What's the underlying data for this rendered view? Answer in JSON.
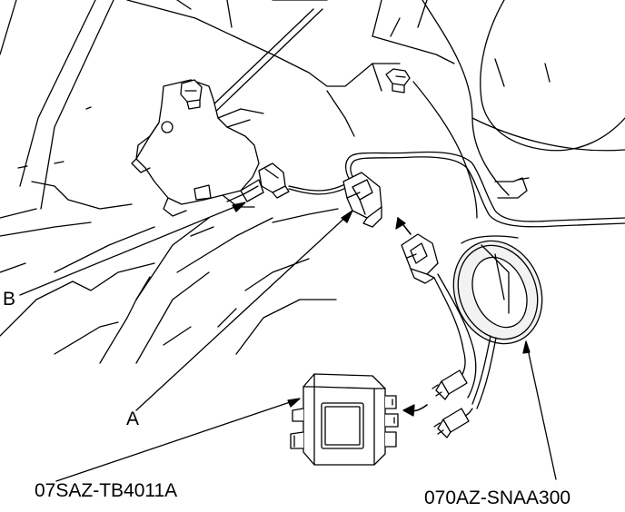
{
  "labels": {
    "b": "B",
    "a": "A",
    "part_kit": "07SAZ-TB4011A",
    "part_harness": "070AZ-SNAA300"
  },
  "colors": {
    "line": "#000000",
    "fill": "#ffffff",
    "shade": "#f2f2f2"
  }
}
